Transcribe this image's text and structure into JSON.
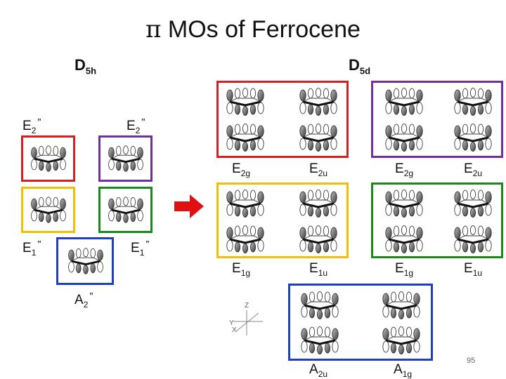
{
  "title": {
    "symbol": "π",
    "text": "MOs of Ferrocene"
  },
  "groups": {
    "d5h": {
      "main": "D",
      "sub": "5h"
    },
    "d5d": {
      "main": "D",
      "sub": "5d"
    }
  },
  "d5h_labels": {
    "e2_left": {
      "main": "E",
      "sub": "2",
      "prime": "”"
    },
    "e2_right": {
      "main": "E",
      "sub": "2",
      "prime": "”"
    },
    "e1_left": {
      "main": "E",
      "sub": "1",
      "prime": "”"
    },
    "e1_right": {
      "main": "E",
      "sub": "1",
      "prime": "”"
    },
    "a2": {
      "main": "A",
      "sub": "2",
      "prime": "”"
    }
  },
  "d5d_labels": {
    "e2g_1": {
      "main": "E",
      "sub": "2g"
    },
    "e2u_1": {
      "main": "E",
      "sub": "2u"
    },
    "e2g_2": {
      "main": "E",
      "sub": "2g"
    },
    "e2u_2": {
      "main": "E",
      "sub": "2u"
    },
    "e1g_1": {
      "main": "E",
      "sub": "1g"
    },
    "e1u_1": {
      "main": "E",
      "sub": "1u"
    },
    "e1g_2": {
      "main": "E",
      "sub": "1g"
    },
    "e1u_2": {
      "main": "E",
      "sub": "1u"
    },
    "a2u": {
      "main": "A",
      "sub": "2u"
    },
    "a1g": {
      "main": "A",
      "sub": "1g"
    }
  },
  "axes": {
    "z": "Z",
    "y": "Y",
    "x": "X"
  },
  "page_number": "95",
  "colors": {
    "red": "#d42020",
    "purple": "#7030a0",
    "yellow": "#f0c000",
    "green": "#1a8a1a",
    "blue": "#1f3fbf",
    "arrow": "#e01010",
    "lobe_dark": "#555555",
    "lobe_light": "#ffffff"
  }
}
